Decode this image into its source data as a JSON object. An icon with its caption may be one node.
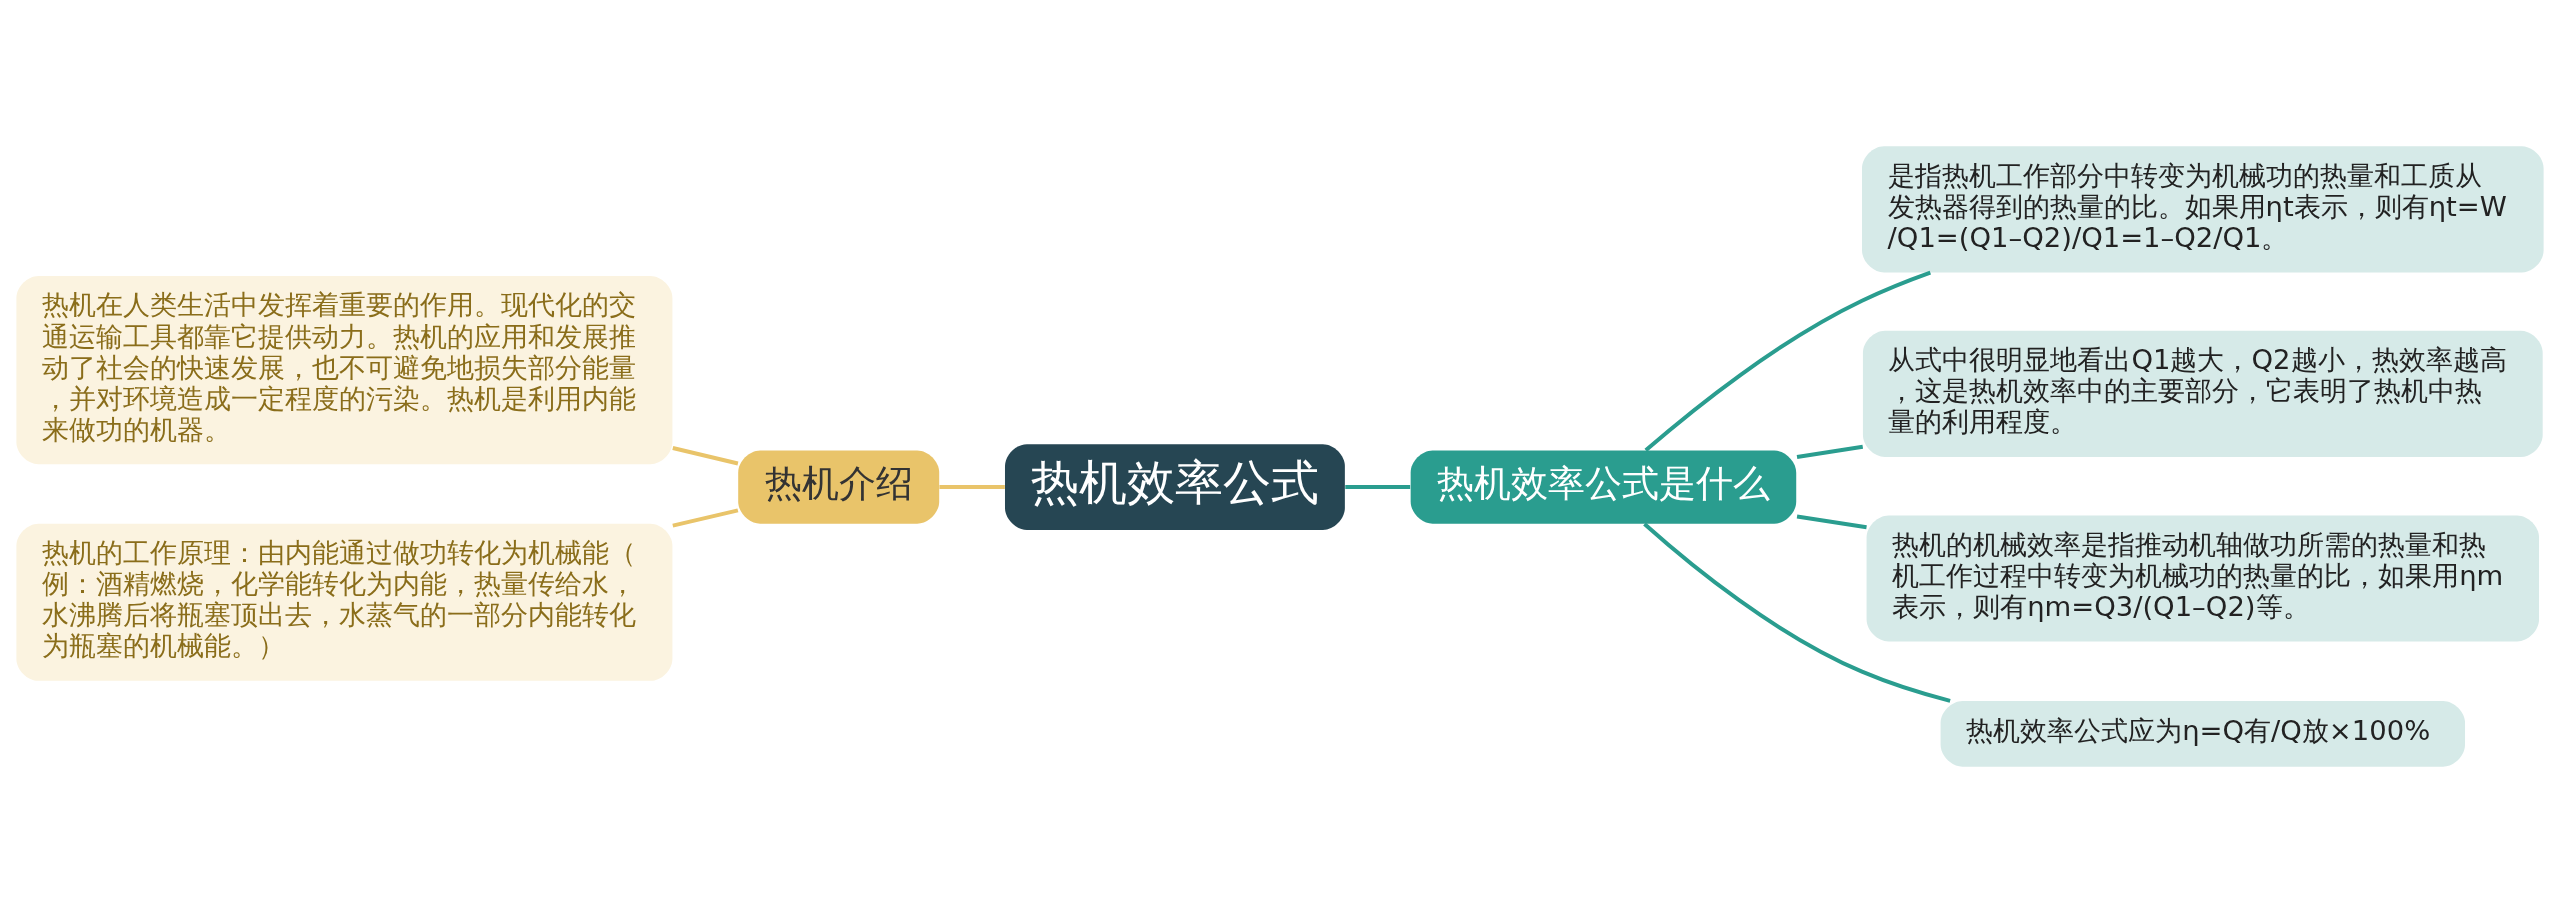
{
  "diagram": {
    "nodes": [
      {
        "text": [
          "热机效率公式"
        ]
      },
      {
        "text": [
          "热机介绍"
        ]
      },
      {
        "text": [
          "热机在人类生活中发挥着重要的作用。现代化的交通运输工具都靠它提供动力。热机的应用和发展推动了社会的快速发展，也不可避免地损失部分能量，并对环境造成一定程度的污染。热机是利用内能来做功的机器。"
        ]
      },
      {
        "text": [
          "热机的工作原理：由内能通过做功转化为机械能（例：酒精燃烧，化学能转化为内能，热量传给水，水沸腾后将瓶塞顶出去，水蒸气的一部分内能转化为瓶塞的机械能。）"
        ]
      },
      {
        "text": [
          "热机效率公式是什么"
        ]
      },
      {
        "text": [
          "是指热机工作部分中转变为机械功的热量和工质从发热器得到的热量的比。如果用ηt表示，则有ηt=W/Q1=(Q1–Q2)/Q1=1–Q2/Q1。"
        ]
      },
      {
        "text": [
          "从式中很明显地看出Q1越大，Q2越小，热效率越高，这是热机效率中的主要部分，它表明了热机中热量的利用程度。"
        ]
      },
      {
        "text": [
          "热机的机械效率是指推动机轴做功所需的热量和热机工作过程中转变为机械功的热量的比，如果用ηm表示，则有ηm=Q3/(Q1–Q2)等。"
        ]
      },
      {
        "text": [
          "热机效率公式应为η=Q有/Q放×100%"
        ]
      }
    ],
    "edges": [
      {
        "from": 0,
        "to": 1,
        "arrow": "none",
        "color": "#e9c46a"
      },
      {
        "from": 1,
        "to": 2,
        "arrow": "none",
        "color": "#e9c46a"
      },
      {
        "from": 1,
        "to": 3,
        "arrow": "none",
        "color": "#e9c46a"
      },
      {
        "from": 0,
        "to": 4,
        "arrow": "none"
      },
      {
        "from": 4,
        "to": 5,
        "arrow": "none"
      },
      {
        "from": 4,
        "to": 6,
        "arrow": "none"
      },
      {
        "from": 4,
        "to": 7,
        "arrow": "none"
      },
      {
        "from": 4,
        "to": 8,
        "arrow": "none"
      }
    ]
  }
}
